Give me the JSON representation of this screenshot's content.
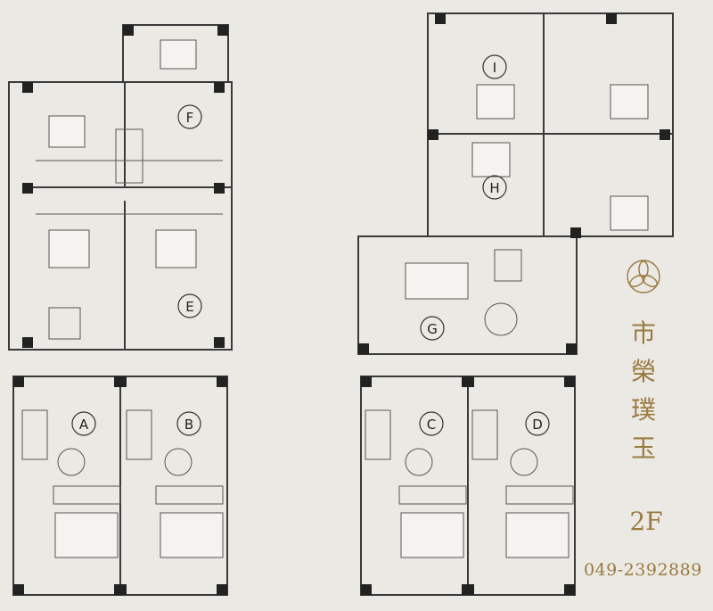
{
  "units": [
    {
      "label": "A"
    },
    {
      "label": "B"
    },
    {
      "label": "C"
    },
    {
      "label": "D"
    },
    {
      "label": "E"
    },
    {
      "label": "F"
    },
    {
      "label": "G"
    },
    {
      "label": "H"
    },
    {
      "label": "I"
    }
  ],
  "brand": {
    "name_chars": [
      "市",
      "榮",
      "璞",
      "玉"
    ],
    "floor": "2F",
    "phone": "049-2392889",
    "accent_color": "#9b7a3f",
    "logo_icon": "flower-of-life-icon"
  }
}
